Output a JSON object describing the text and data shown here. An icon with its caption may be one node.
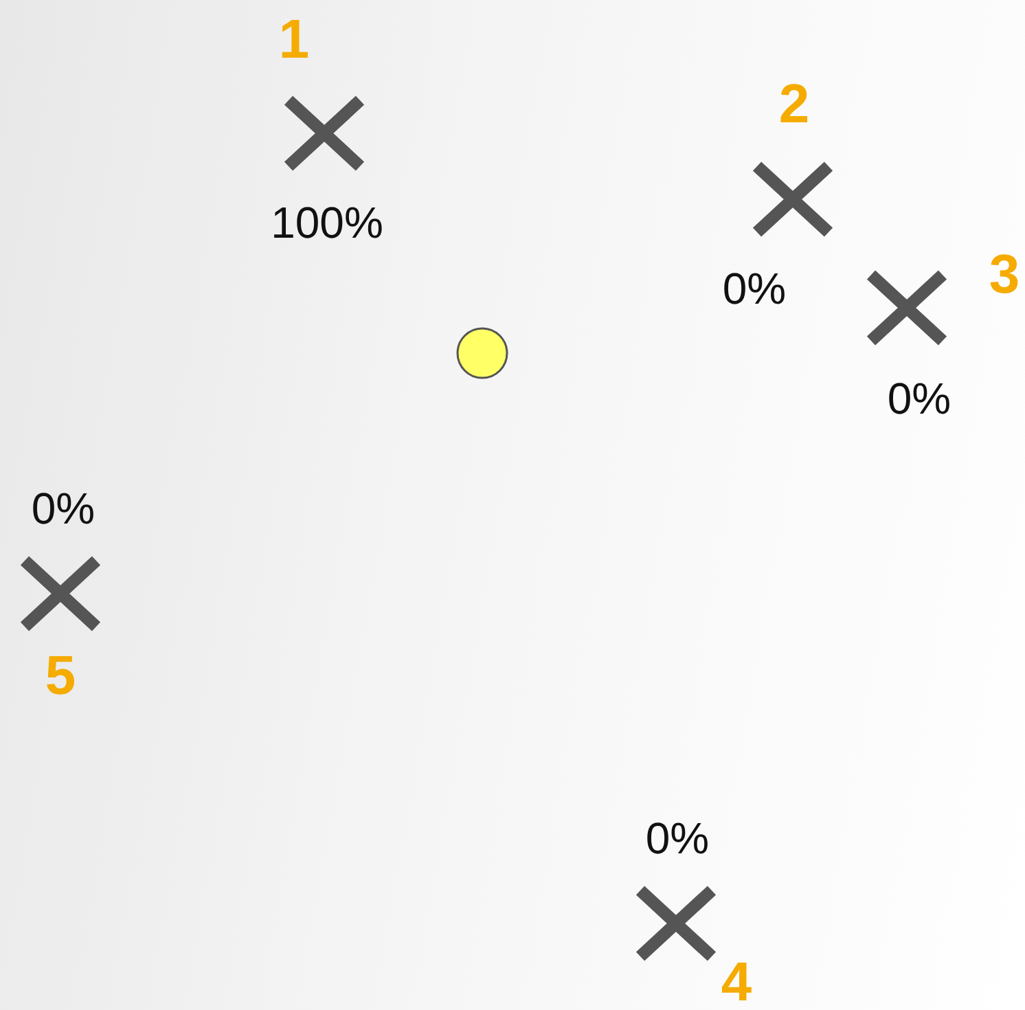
{
  "diagram": {
    "nodes": [
      {
        "text": [
          "1"
        ],
        "beside": [
          "100%"
        ]
      },
      {
        "text": [
          "2"
        ],
        "beside": [
          "0%"
        ]
      },
      {
        "text": [
          "3"
        ],
        "beside": [
          "0%"
        ]
      },
      {
        "text": [
          "5"
        ],
        "beside": [
          "0%"
        ]
      },
      {
        "text": [
          "4"
        ],
        "beside": [
          "0%"
        ]
      }
    ]
  }
}
